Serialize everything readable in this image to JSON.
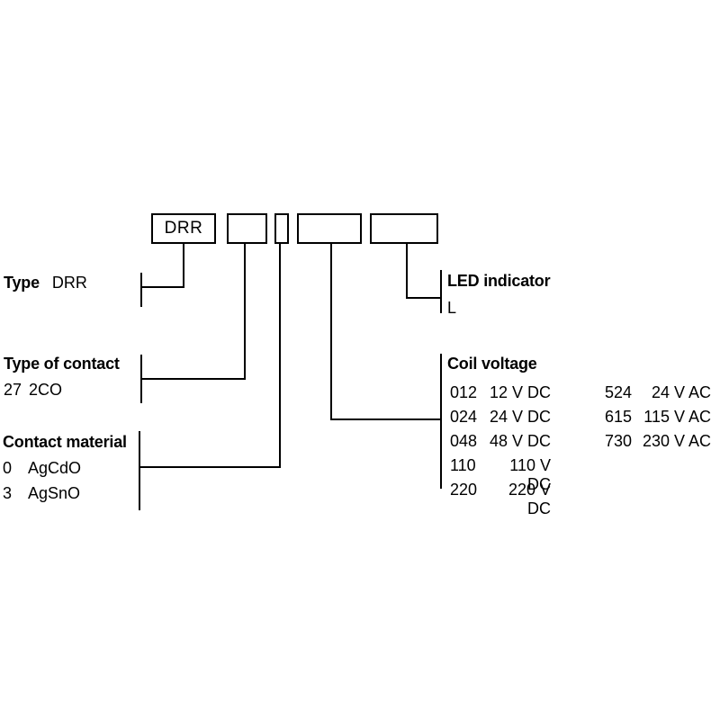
{
  "code_builder": {
    "type_box_label": "DRR"
  },
  "type": {
    "title": "Type",
    "value": "DRR"
  },
  "led_indicator": {
    "title": "LED indicator",
    "value": "L"
  },
  "type_of_contact": {
    "title": "Type of contact",
    "code": "27",
    "value": "2CO"
  },
  "contact_material": {
    "title": "Contact material",
    "options": [
      {
        "code": "0",
        "label": "AgCdO"
      },
      {
        "code": "3",
        "label": "AgSnO"
      }
    ]
  },
  "coil_voltage": {
    "title": "Coil voltage",
    "dc_options": [
      {
        "code": "012",
        "label": "12 V DC"
      },
      {
        "code": "024",
        "label": "24 V DC"
      },
      {
        "code": "048",
        "label": "48 V DC"
      },
      {
        "code": "110",
        "label": "110 V DC"
      },
      {
        "code": "220",
        "label": "220 V DC"
      }
    ],
    "ac_options": [
      {
        "code": "524",
        "label": "24 V AC"
      },
      {
        "code": "615",
        "label": "115 V AC"
      },
      {
        "code": "730",
        "label": "230 V AC"
      }
    ]
  },
  "colors": {
    "line": "#000000",
    "text": "#000000",
    "background": "#ffffff"
  }
}
